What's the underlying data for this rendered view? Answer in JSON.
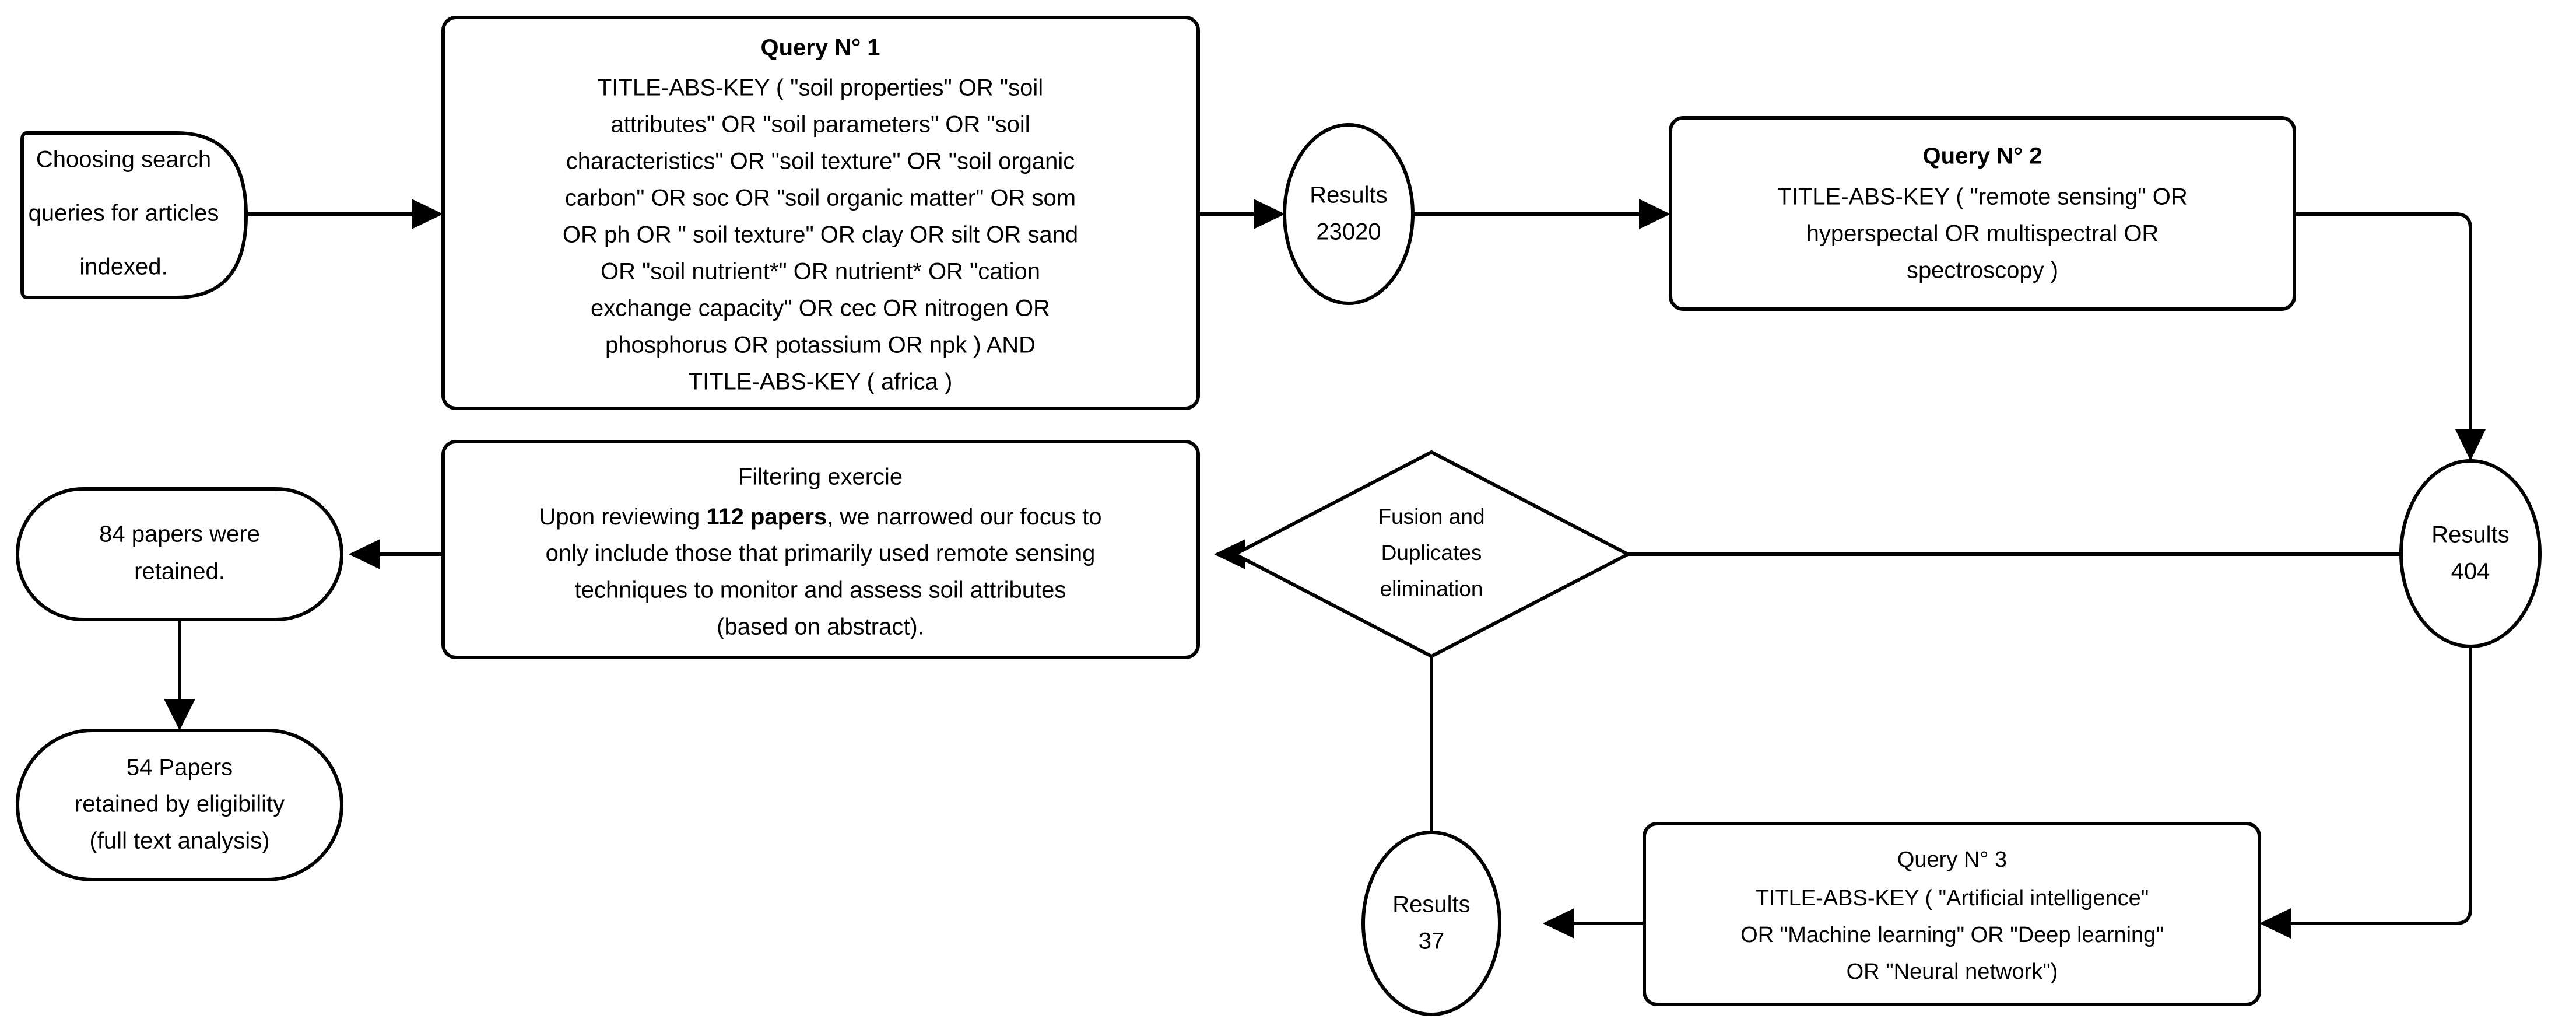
{
  "diagram": {
    "title": "Literature search and screening flowchart",
    "stroke_color": "#000000",
    "fill_color": "#ffffff",
    "background": "#ffffff"
  },
  "nodes": {
    "start": {
      "shape": "delay",
      "lines": [
        "Choosing search",
        "queries for articles",
        "indexed."
      ]
    },
    "query1": {
      "shape": "rounded-rect",
      "heading": "Query N° 1",
      "lines": [
        "TITLE-ABS-KEY ( \"soil properties\" OR \"soil",
        "attributes\" OR \"soil parameters\" OR \"soil",
        "characteristics\" OR \"soil texture\" OR \"soil organic",
        "carbon\" OR soc OR \"soil organic matter\" OR som",
        "OR ph OR \" soil texture\" OR clay OR silt OR sand",
        "OR \"soil nutrient*\" OR nutrient* OR \"cation",
        "exchange capacity\" OR cec OR nitrogen OR",
        "phosphorus OR potassium OR npk ) AND",
        "TITLE-ABS-KEY ( africa )"
      ]
    },
    "results1": {
      "shape": "ellipse",
      "lines": [
        "Results",
        "23020"
      ],
      "label": "Results",
      "count": "23020"
    },
    "query2": {
      "shape": "rounded-rect",
      "heading": "Query N° 2",
      "lines": [
        "TITLE-ABS-KEY ( \"remote sensing\" OR",
        "hyperspectal OR multispectral OR",
        "spectroscopy )"
      ]
    },
    "results404": {
      "shape": "ellipse",
      "lines": [
        "Results",
        "404"
      ],
      "label": "Results",
      "count": "404"
    },
    "query3": {
      "shape": "rounded-rect",
      "heading": "Query N° 3",
      "lines": [
        "TITLE-ABS-KEY ( \"Artificial intelligence\"",
        "OR \"Machine learning\" OR \"Deep learning\"",
        "OR \"Neural network\")"
      ]
    },
    "results37": {
      "shape": "ellipse",
      "lines": [
        "Results",
        "37"
      ],
      "label": "Results",
      "count": "37"
    },
    "fusion": {
      "shape": "diamond",
      "lines": [
        "Fusion and",
        "Duplicates",
        "elimination"
      ]
    },
    "filtering": {
      "shape": "rounded-rect",
      "heading": "Filtering exercie",
      "lines": [
        {
          "segments": [
            {
              "text": "Upon reviewing ",
              "bold": false
            },
            {
              "text": "112 papers",
              "bold": true
            },
            {
              "text": ", we narrowed our focus to",
              "bold": false
            }
          ]
        },
        {
          "segments": [
            {
              "text": "only include those that primarily used remote sensing",
              "bold": false
            }
          ]
        },
        {
          "segments": [
            {
              "text": "techniques to monitor and assess soil attributes",
              "bold": false
            }
          ]
        },
        {
          "segments": [
            {
              "text": "(based on abstract).",
              "bold": false
            }
          ]
        }
      ]
    },
    "retained84": {
      "shape": "stadium",
      "lines": [
        "84 papers were",
        "retained."
      ]
    },
    "retained54": {
      "shape": "stadium",
      "lines": [
        "54 Papers",
        "retained by eligibility",
        "(full text analysis)"
      ]
    }
  },
  "edges": [
    {
      "from": "start",
      "to": "query1",
      "direction": "right",
      "arrow": true
    },
    {
      "from": "query1",
      "to": "results1",
      "direction": "right",
      "arrow": true
    },
    {
      "from": "results1",
      "to": "query2",
      "direction": "right",
      "arrow": true
    },
    {
      "from": "query2",
      "to": "results404",
      "direction": "right-then-down",
      "arrow": true
    },
    {
      "from": "results404",
      "to": "fusion",
      "direction": "left",
      "arrow": false
    },
    {
      "from": "results404",
      "to": "query3",
      "direction": "down-then-left",
      "arrow": true
    },
    {
      "from": "query3",
      "to": "results37",
      "direction": "left",
      "arrow": true
    },
    {
      "from": "results37",
      "to": "fusion",
      "direction": "up",
      "arrow": false
    },
    {
      "from": "fusion",
      "to": "filtering",
      "direction": "left",
      "arrow": true
    },
    {
      "from": "filtering",
      "to": "retained84",
      "direction": "left",
      "arrow": true
    },
    {
      "from": "retained84",
      "to": "retained54",
      "direction": "down",
      "arrow": true
    }
  ]
}
